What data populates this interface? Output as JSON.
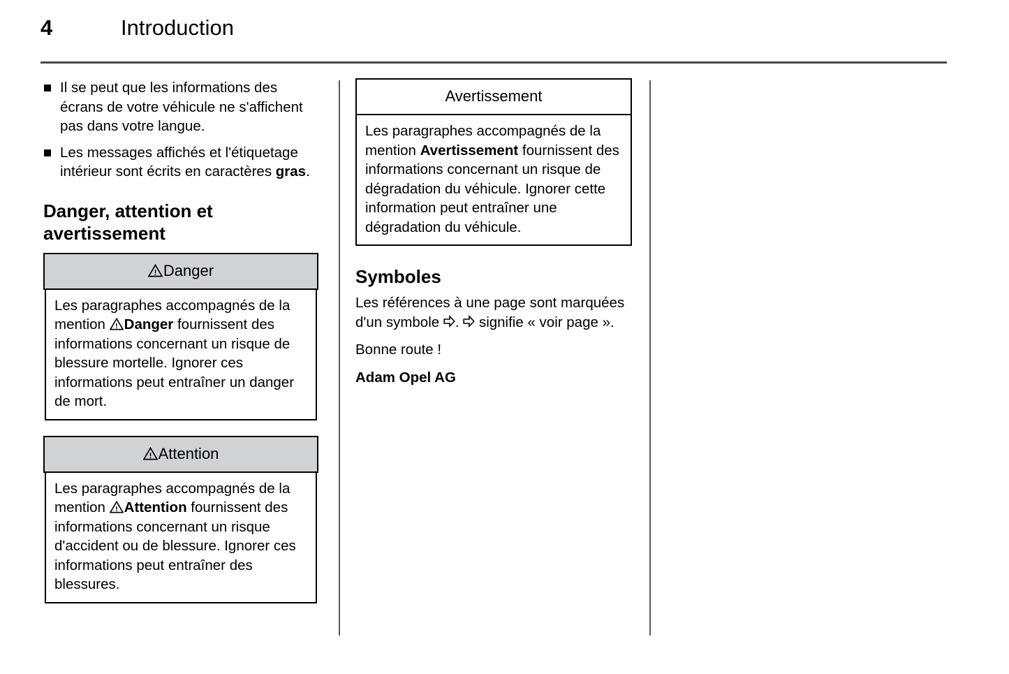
{
  "page": {
    "number": "4",
    "title": "Introduction"
  },
  "left_column": {
    "bullets": [
      "Il se peut que les informations des écrans de votre véhicule ne s'affichent pas dans votre langue.",
      {
        "before": "Les messages affichés et l'étiquetage intérieur sont écrits en caractères ",
        "bold": "gras",
        "after": "."
      }
    ],
    "heading": "Danger, attention et avertissement",
    "danger_box": {
      "icon": "warning-triangle-icon",
      "title": "Danger",
      "body": {
        "before": "Les paragraphes accompagnés de la mention ",
        "bold": "Danger",
        "after": " fournissent des informations concernant un risque de blessure mortelle. Ignorer ces informations peut entraîner un danger de mort."
      }
    },
    "attention_box": {
      "icon": "warning-triangle-icon",
      "title": "Attention",
      "body": {
        "before": "Les paragraphes accompagnés de la mention ",
        "bold": "Attention",
        "after": " fournissent des informations concernant un risque d'accident ou de blessure. Ignorer ces informations peut entraîner des blessures."
      }
    }
  },
  "middle_column": {
    "avertissement_box": {
      "title": "Avertissement",
      "body": {
        "before": "Les paragraphes accompagnés de la mention ",
        "bold": "Avertissement",
        "after": " fournissent des informations concernant un risque de dégradation du véhicule. Ignorer cette information peut entraîner une dégradation du véhicule."
      }
    },
    "symboles": {
      "heading": "Symboles",
      "paragraph": {
        "p1": "Les références à une page sont marquées d'un symbole ",
        "p2": ". ",
        "p3": " signifie « voir page »."
      },
      "closing": "Bonne route !",
      "signature": "Adam Opel AG"
    }
  },
  "colors": {
    "notice_header_shade": "#d1d2d4",
    "rule": "#4a4a4a",
    "divider": "#58595b",
    "text": "#000000",
    "page_background": "#ffffff"
  }
}
